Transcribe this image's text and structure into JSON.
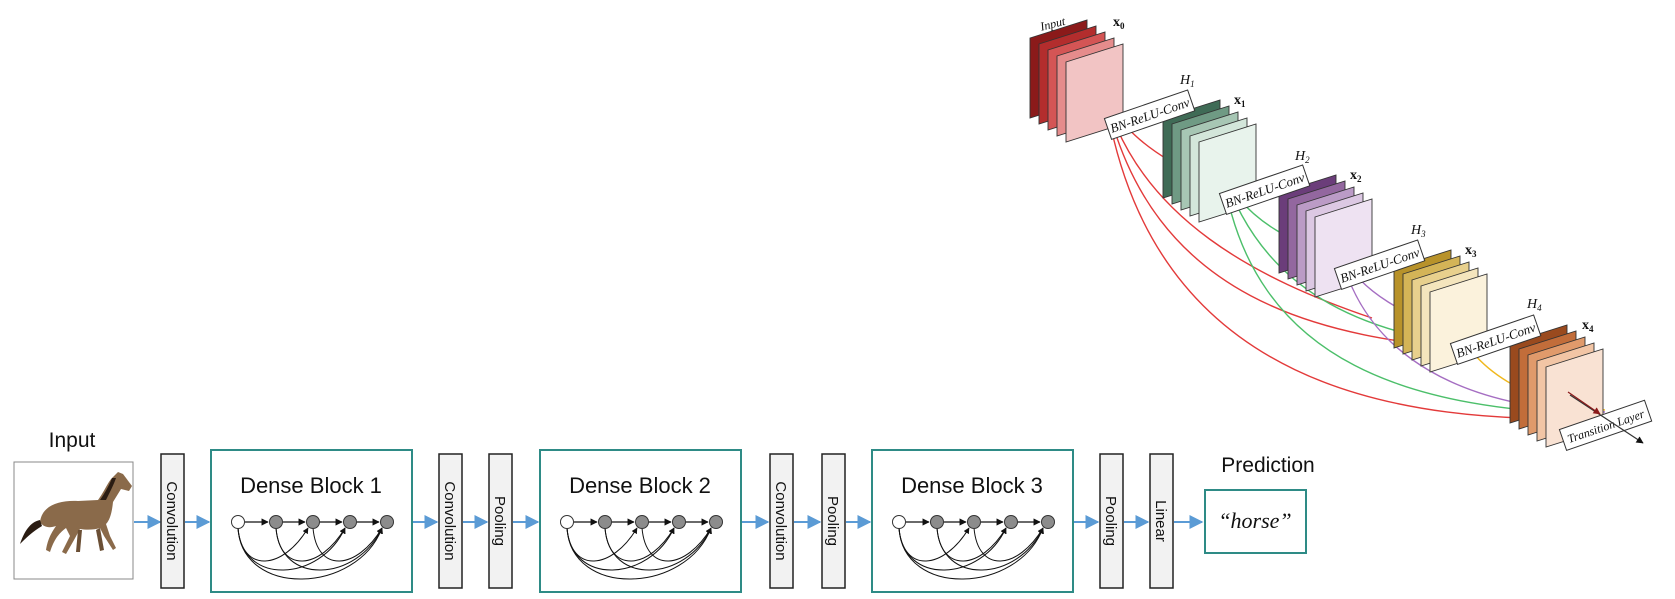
{
  "input_label": "Input",
  "prediction_label": "Prediction",
  "prediction_value": "“horse”",
  "blocks": [
    {
      "label": "Dense Block 1"
    },
    {
      "label": "Dense Block 2"
    },
    {
      "label": "Dense Block 3"
    }
  ],
  "layers": {
    "convolution": "Convolution",
    "pooling": "Pooling",
    "linear": "Linear"
  },
  "detail": {
    "input_label": "Input",
    "x_labels": [
      "x",
      "x",
      "x",
      "x",
      "x"
    ],
    "x_subscripts": [
      "0",
      "1",
      "2",
      "3",
      "4"
    ],
    "h_labels": [
      "H",
      "H",
      "H",
      "H"
    ],
    "h_subscripts": [
      "1",
      "2",
      "3",
      "4"
    ],
    "op_label": "BN-ReLU-Conv",
    "transition_label": "Transition Layer"
  },
  "colors": {
    "block_border": "#2e8b86",
    "arrow": "#5b9bd5",
    "layer_fill": "#f2f2f2",
    "red_conn": "#e33a3a",
    "green_conn": "#4cbf6a",
    "purple_conn": "#a56ec2",
    "yellow_conn": "#f0b81e",
    "x0": [
      "#8b1a1a",
      "#b32d2d",
      "#d45555",
      "#e58c8c",
      "#f2c4c4"
    ],
    "x1": [
      "#3f6b56",
      "#6f9a84",
      "#a7c6b4",
      "#d3e6da",
      "#e8f3ec"
    ],
    "x2": [
      "#6b3d7a",
      "#93679f",
      "#bb9bc6",
      "#dcc8e3",
      "#eee2f2"
    ],
    "x3": [
      "#b8922a",
      "#d4b457",
      "#e8d08d",
      "#f4e5bd",
      "#fbf2dc"
    ],
    "x4": [
      "#9a4a1e",
      "#c26d3a",
      "#e09a6b",
      "#f2c5a5",
      "#f9e2d3"
    ]
  }
}
